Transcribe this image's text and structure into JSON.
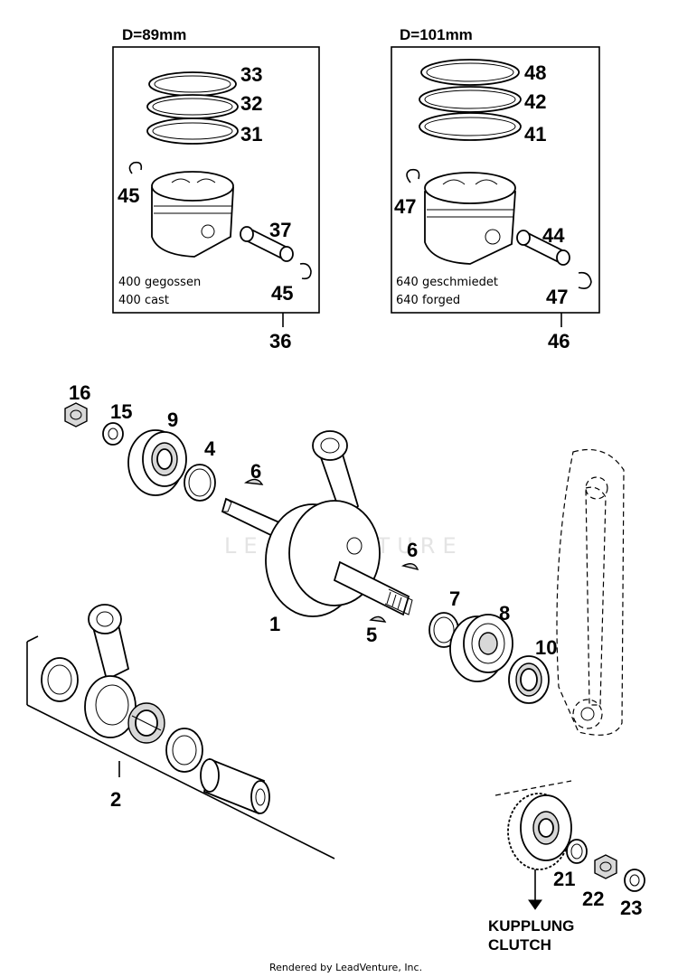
{
  "boxes": {
    "left": {
      "title": "D=89mm",
      "caption_de": "400 gegossen",
      "caption_en": "400 cast",
      "parts": [
        "33",
        "32",
        "31",
        "45",
        "37",
        "45"
      ],
      "assembly": "36"
    },
    "right": {
      "title": "D=101mm",
      "caption_de": "640 geschmiedet",
      "caption_en": "640 forged",
      "parts": [
        "48",
        "42",
        "41",
        "47",
        "44",
        "47"
      ],
      "assembly": "46"
    }
  },
  "callouts": {
    "p16": "16",
    "p15": "15",
    "p9": "9",
    "p4": "4",
    "p6a": "6",
    "p6b": "6",
    "p1": "1",
    "p5": "5",
    "p7": "7",
    "p8": "8",
    "p10": "10",
    "p2": "2",
    "p21": "21",
    "p22": "22",
    "p23": "23"
  },
  "clutch": {
    "line1": "KUPPLUNG",
    "line2": "CLUTCH"
  },
  "watermark": "LEADVENTURE",
  "footer": "Rendered by LeadVenture, Inc."
}
